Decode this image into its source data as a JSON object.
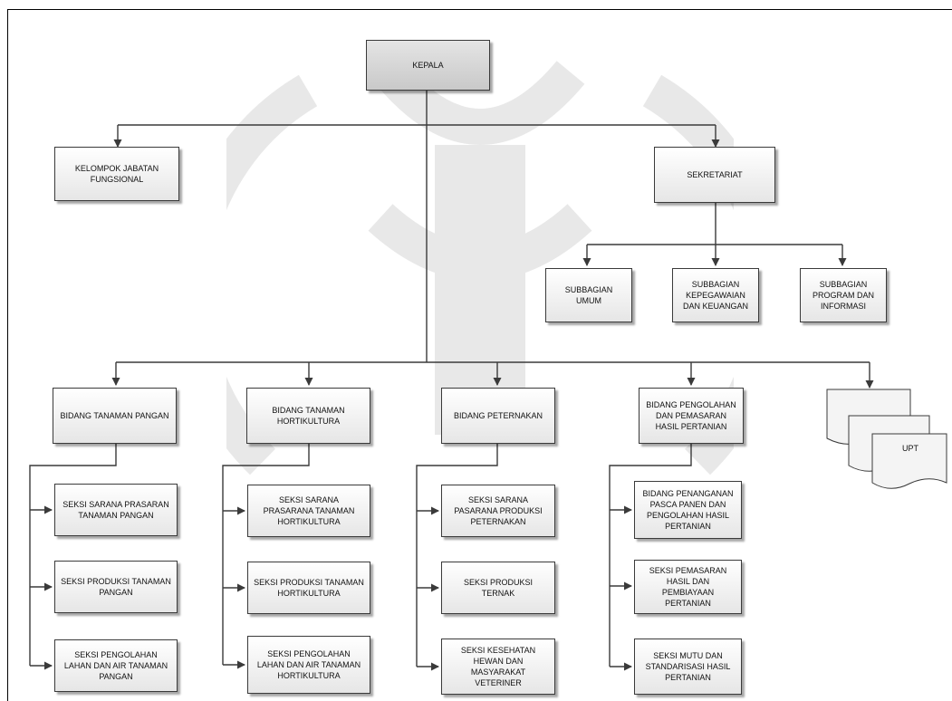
{
  "title": "",
  "nodes": {
    "kepala": "KEPALA",
    "kelompok": "KELOMPOK JABATAN FUNGSIONAL",
    "sekretariat": "SEKRETARIAT",
    "subbag_umum": "SUBBAGIAN UMUM",
    "subbag_kepegawaian": "SUBBAGIAN KEPEGAWAIAN DAN KEUANGAN",
    "subbag_program": "SUBBAGIAN PROGRAM DAN INFORMASI",
    "bidang_pangan": "BIDANG TANAMAN PANGAN",
    "bidang_horti": "BIDANG TANAMAN HORTIKULTURA",
    "bidang_peternakan": "BIDANG PETERNAKAN",
    "bidang_pengolahan": "BIDANG PENGOLAHAN DAN PEMASARAN HASIL PERTANIAN",
    "upt": "UPT",
    "seksi_pangan_1": "SEKSI SARANA PRASARAN TANAMAN PANGAN",
    "seksi_pangan_2": "SEKSI PRODUKSI TANAMAN PANGAN",
    "seksi_pangan_3": "SEKSI PENGOLAHAN LAHAN DAN AIR TANAMAN PANGAN",
    "seksi_horti_1": "SEKSI SARANA PRASARANA TANAMAN HORTIKULTURA",
    "seksi_horti_2": "SEKSI PRODUKSI TANAMAN HORTIKULTURA",
    "seksi_horti_3": "SEKSI PENGOLAHAN LAHAN DAN AIR TANAMAN HORTIKULTURA",
    "seksi_ternak_1": "SEKSI SARANA PASARANA PRODUKSI PETERNAKAN",
    "seksi_ternak_2": "SEKSI PRODUKSI TERNAK",
    "seksi_ternak_3": "SEKSI KESEHATAN HEWAN DAN MASYARAKAT VETERINER",
    "seksi_olah_1": "BIDANG PENANGANAN PASCA PANEN DAN PENGOLAHAN HASIL PERTANIAN",
    "seksi_olah_2": "SEKSI PEMASARAN HASIL DAN PEMBIAYAAN PERTANIAN",
    "seksi_olah_3": "SEKSI MUTU DAN STANDARISASI HASIL PERTANIAN"
  },
  "colors": {
    "line": "#3a3a3a",
    "box_top": "#ffffff",
    "box_bottom": "#e6e6e6"
  }
}
